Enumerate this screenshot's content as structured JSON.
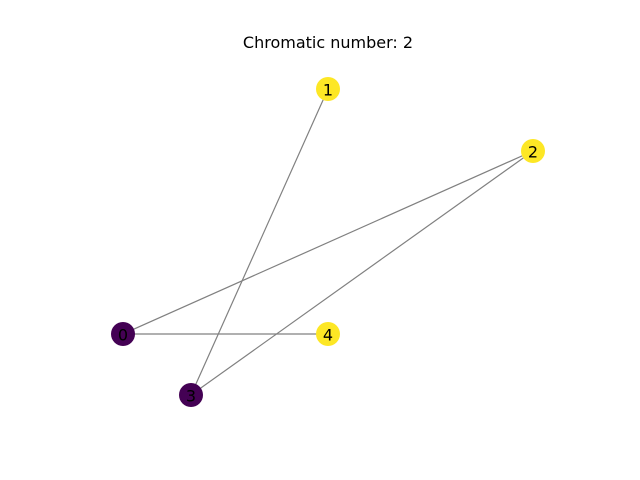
{
  "title": "Chromatic number: 2",
  "colors": {
    "edge": "#808080",
    "color_class_0": "#440154",
    "color_class_1": "#fde725",
    "label": "#000000"
  },
  "chart_data": {
    "type": "graph",
    "title": "Chromatic number: 2",
    "nodes": [
      {
        "id": "0",
        "color_class": 0
      },
      {
        "id": "1",
        "color_class": 1
      },
      {
        "id": "2",
        "color_class": 1
      },
      {
        "id": "3",
        "color_class": 0
      },
      {
        "id": "4",
        "color_class": 1
      }
    ],
    "edges": [
      [
        "0",
        "2"
      ],
      [
        "0",
        "4"
      ],
      [
        "1",
        "3"
      ],
      [
        "2",
        "3"
      ]
    ]
  }
}
